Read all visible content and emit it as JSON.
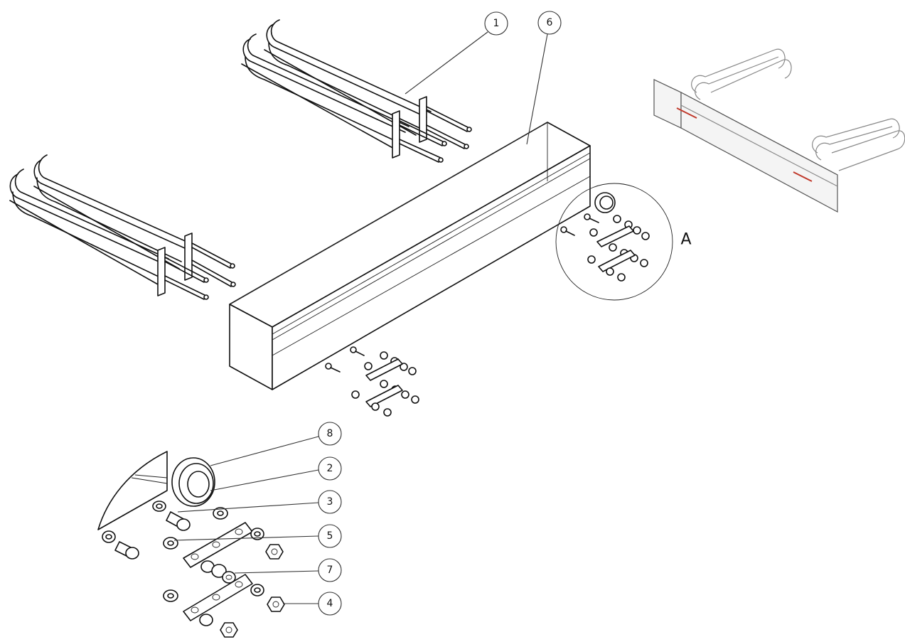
{
  "balloons": [
    {
      "label": "1"
    },
    {
      "label": "6"
    },
    {
      "label": "8"
    },
    {
      "label": "2"
    },
    {
      "label": "3"
    },
    {
      "label": "5"
    },
    {
      "label": "7"
    },
    {
      "label": "4"
    }
  ],
  "detail_view_label": "A"
}
